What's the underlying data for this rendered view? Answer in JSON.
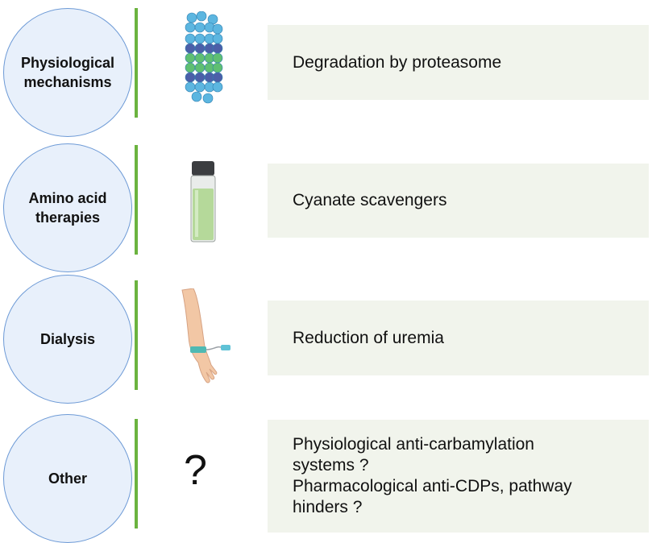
{
  "rows": [
    {
      "category": "Physiological\nmechanisms",
      "icon": "proteasome-icon",
      "description": "Degradation by proteasome"
    },
    {
      "category": "Amino acid\ntherapies",
      "icon": "vial-icon",
      "description": "Cyanate scavengers"
    },
    {
      "category": "Dialysis",
      "icon": "arm-iv-icon",
      "description": "Reduction of uremia"
    },
    {
      "category": "Other",
      "icon": "question-mark-icon",
      "icon_text": "?",
      "description": "Physiological anti-carbamylation\nsystems ?\nPharmacological anti-CDPs, pathway\nhinders ?"
    }
  ],
  "colors": {
    "circle_fill": "#e8f0fb",
    "circle_border": "#6d9ad6",
    "divider": "#6bb33f",
    "box_fill": "#f1f4ec"
  }
}
